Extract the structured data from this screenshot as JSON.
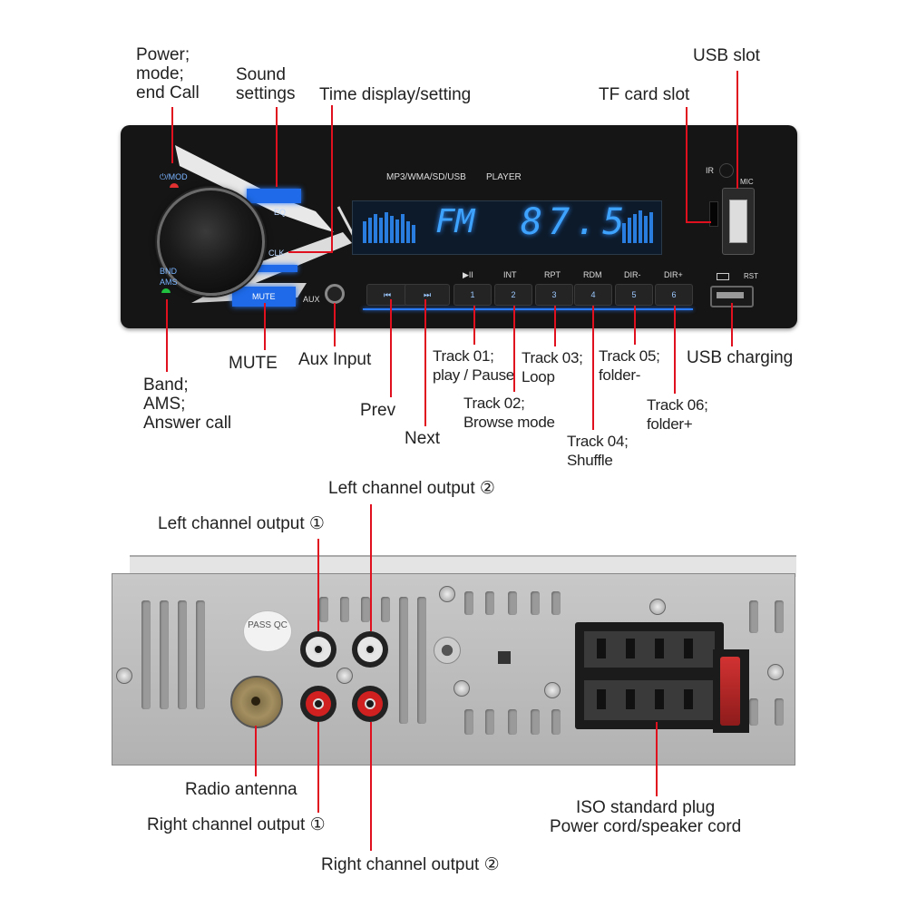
{
  "front_labels": {
    "power": [
      "Power;",
      "mode;",
      "end Call"
    ],
    "sound": [
      "Sound",
      "settings"
    ],
    "time": "Time display/setting",
    "tf_card": "TF card slot",
    "usb_slot": "USB slot",
    "band": [
      "Band;",
      "AMS;",
      "Answer call"
    ],
    "mute": "MUTE",
    "aux": "Aux Input",
    "prev": "Prev",
    "next": "Next",
    "track01": [
      "Track 01;",
      "play / Pause"
    ],
    "track02": [
      "Track 02;",
      "Browse mode"
    ],
    "track03": [
      "Track 03;",
      "Loop"
    ],
    "track04": [
      "Track 04;",
      "Shuffle"
    ],
    "track05": [
      "Track 05;",
      "folder-"
    ],
    "track06": [
      "Track 06;",
      "folder+"
    ],
    "usb_charging": "USB charging"
  },
  "panel_text": {
    "brand": "MP3/WMA/SD/USB",
    "player": "PLAYER",
    "band_mode": "FM",
    "frequency": "87.5",
    "mod": "⏻/MOD",
    "eq": "EQ",
    "clk": "CLK",
    "bnd": "BND",
    "ams": "AMS",
    "mute_key": "MUTE",
    "aux_key": "AUX",
    "ir": "IR",
    "mic": "MIC",
    "rst": "RST",
    "prev_key": "⏮",
    "next_key": "⏭",
    "key_labels": [
      "▶II",
      "INT",
      "RPT",
      "RDM",
      "DIR-",
      "DIR+"
    ],
    "key_numbers": [
      "1",
      "2",
      "3",
      "4",
      "5",
      "6"
    ]
  },
  "rear_labels": {
    "left_out_1": "Left channel output ①",
    "left_out_2": "Left channel output ②",
    "radio_antenna": "Radio antenna",
    "right_out_1": "Right channel output ①",
    "right_out_2": "Right channel output ②",
    "iso_plug": [
      "ISO standard plug",
      "Power cord/speaker cord"
    ],
    "pass_qc": [
      "PASS",
      "QC"
    ]
  },
  "colors": {
    "leader_line": "#e0101e",
    "display_blue": "#3ea3ff",
    "key_blue": "#1e6ae8",
    "rca_white": "#e6e6e6",
    "rca_red": "#d02020"
  }
}
